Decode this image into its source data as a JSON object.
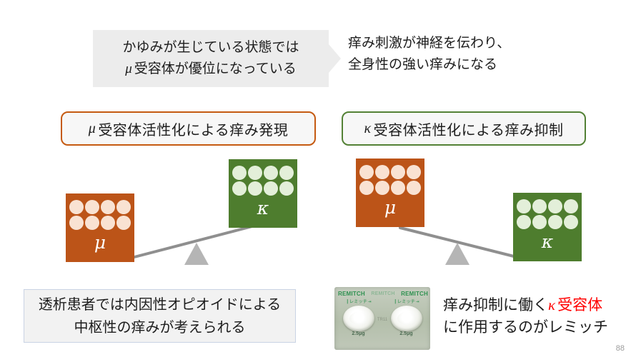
{
  "page_number": "88",
  "colors": {
    "mu_orange": "#bc5418",
    "kappa_green": "#4e7d2e",
    "header_orange_border": "#c55a11",
    "header_green_border": "#538135",
    "highlight_red": "#ff0000",
    "callout_gray": "#ececec",
    "beam_gray": "#8f8f8f",
    "fulcrum_gray": "#b5b5b5"
  },
  "callout": {
    "line1": "かゆみが生じている状態では",
    "line2_symbol": "μ",
    "line2_text": "受容体が優位になっている"
  },
  "top_right": {
    "line1": "痒み刺激が神経を伝わり、",
    "line2": "全身性の強い痒みになる"
  },
  "headers": {
    "mu": {
      "symbol": "μ",
      "text": "受容体活性化による痒み発現"
    },
    "kappa": {
      "symbol": "κ",
      "text": "受容体活性化による痒み抑制"
    }
  },
  "seesaw": {
    "dots_per_box": 8,
    "mu_label": "μ",
    "kappa_label": "κ"
  },
  "bottom_left": {
    "line1": "透析患者では内因性オピオイドによる",
    "line2": "中枢性の痒みが考えられる"
  },
  "remitch": {
    "brand": "REMITCH",
    "name_jp": "レミッチ",
    "dose": "2.5μg",
    "code": "TR11"
  },
  "bottom_right": {
    "prefix": "痒み抑制に働く",
    "highlight_symbol": "κ",
    "highlight_text": "受容体",
    "line2": "に作用するのがレミッチ"
  }
}
